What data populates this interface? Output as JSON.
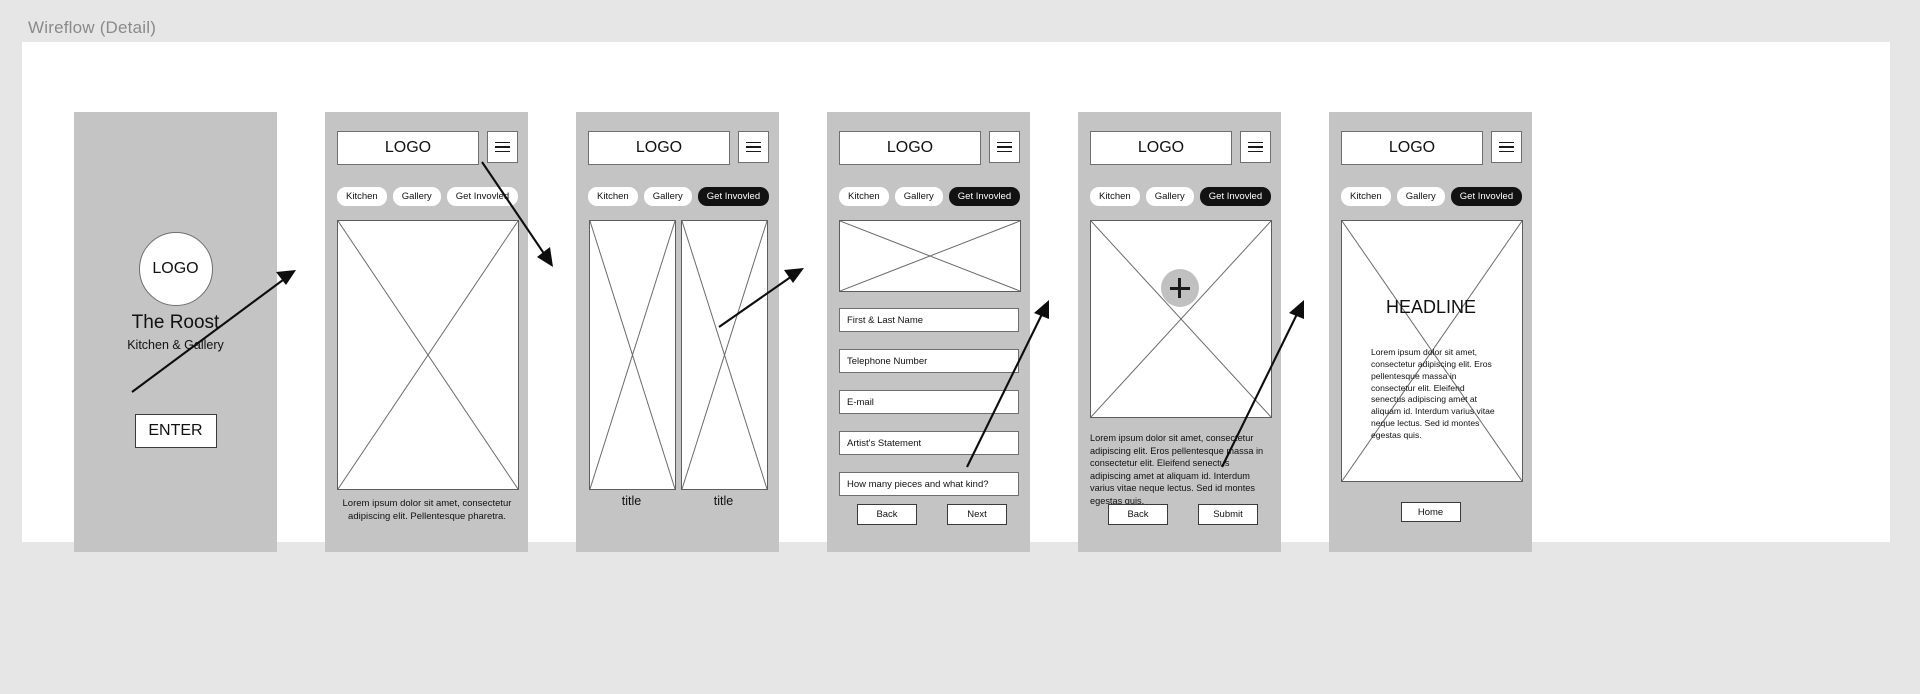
{
  "page": {
    "title": "Wireflow (Detail)",
    "background_color": "#e6e6e6",
    "canvas_color": "#ffffff",
    "frame_color": "#c4c4c4",
    "accent_color": "#121212"
  },
  "nav": {
    "logo_label": "LOGO",
    "menu_icon": "hamburger-icon",
    "items": [
      {
        "label": "Kitchen",
        "active": false
      },
      {
        "label": "Gallery",
        "active": false
      },
      {
        "label": "Get Invovled",
        "active": true
      }
    ],
    "items_inactive": [
      {
        "label": "Kitchen",
        "active": false
      },
      {
        "label": "Gallery",
        "active": false
      },
      {
        "label": "Get Invovled",
        "active": false
      }
    ]
  },
  "screens": [
    {
      "id": "screen-1",
      "name": "splash",
      "logo_label": "LOGO",
      "brand_name": "The Roost",
      "brand_subtitle": "Kitchen & Gallery",
      "enter_label": "ENTER"
    },
    {
      "id": "screen-2",
      "name": "home",
      "logo_label": "LOGO",
      "caption": "Lorem ipsum dolor sit amet, consectetur adipiscing elit. Pellentesque pharetra."
    },
    {
      "id": "screen-3",
      "name": "gallery-grid",
      "logo_label": "LOGO",
      "tile_title_left": "title",
      "tile_title_right": "title"
    },
    {
      "id": "screen-4",
      "name": "artist-form",
      "logo_label": "LOGO",
      "fields": [
        "First & Last Name",
        "Telephone Number",
        "E-mail",
        "Artist's Statement",
        "How many pieces and what kind?"
      ],
      "back_label": "Back",
      "next_label": "Next"
    },
    {
      "id": "screen-5",
      "name": "upload",
      "logo_label": "LOGO",
      "upload_icon": "plus-circle-icon",
      "body": "Lorem ipsum dolor sit amet, consectetur adipiscing elit. Eros pellentesque massa in consectetur elit. Eleifend senectus adipiscing amet at aliquam id. Interdum varius vitae neque lectus. Sed id montes egestas quis.",
      "back_label": "Back",
      "submit_label": "Submit"
    },
    {
      "id": "screen-6",
      "name": "confirmation",
      "logo_label": "LOGO",
      "headline": "HEADLINE",
      "body": "Lorem ipsum dolor sit amet, consectetur adipiscing elit. Eros pellentesque massa in consectetur elit. Eleifend senectus adipiscing amet at aliquam id. Interdum varius vitae neque lectus. Sed id montes egestas quis.",
      "home_label": "Home"
    }
  ]
}
